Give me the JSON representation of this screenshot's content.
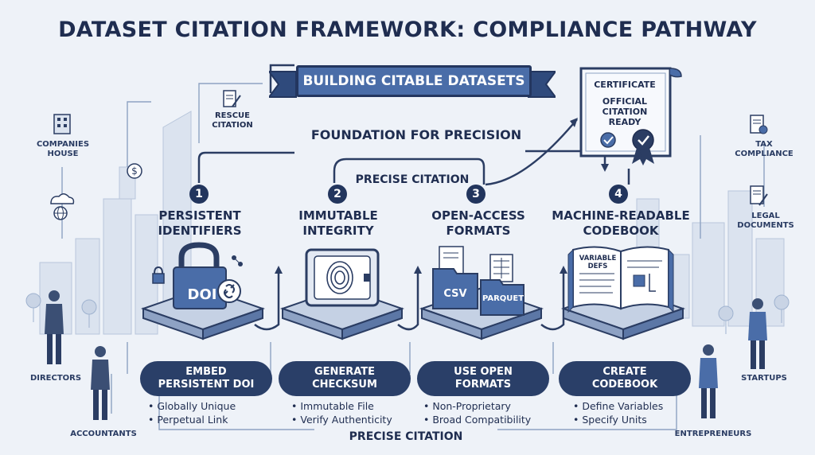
{
  "title": "DATASET CITATION FRAMEWORK: COMPLIANCE PATHWAY",
  "banner": "BUILDING CITABLE DATASETS",
  "foundation": "FOUNDATION FOR PRECISION",
  "precise_citation_top": "PRECISE CITATION",
  "precise_citation_bottom": "PRECISE CITATION",
  "rescue_citation": "RESCUE\nCITATION",
  "certificate": {
    "heading": "CERTIFICATE",
    "line1": "OFFICIAL",
    "line2": "CITATION",
    "line3": "READY"
  },
  "steps": [
    {
      "number": "1",
      "title_line1": "PERSISTENT",
      "title_line2": "IDENTIFIERS",
      "icon_label": "DOI",
      "action_line1": "EMBED",
      "action_line2": "PERSISTENT DOI",
      "bullets": [
        "Globally Unique",
        "Perpetual Link"
      ]
    },
    {
      "number": "2",
      "title_line1": "IMMUTABLE",
      "title_line2": "INTEGRITY",
      "icon_label": "",
      "action_line1": "GENERATE",
      "action_line2": "CHECKSUM",
      "bullets": [
        "Immutable File",
        "Verify Authenticity"
      ]
    },
    {
      "number": "3",
      "title_line1": "OPEN-ACCESS",
      "title_line2": "FORMATS",
      "icon_label": "CSV",
      "icon_label2": "PARQUET",
      "action_line1": "USE OPEN",
      "action_line2": "FORMATS",
      "bullets": [
        "Non-Proprietary",
        "Broad Compatibility"
      ]
    },
    {
      "number": "4",
      "title_line1": "MACHINE-READABLE",
      "title_line2": "CODEBOOK",
      "icon_label": "VARIABLE DEFS",
      "action_line1": "CREATE",
      "action_line2": "CODEBOOK",
      "bullets": [
        "Define Variables",
        "Specify Units"
      ]
    }
  ],
  "stakeholders": {
    "companies_house": "COMPANIES\nHOUSE",
    "directors": "DIRECTORS",
    "accountants": "ACCOUNTANTS",
    "tax_compliance": "TAX\nCOMPLIANCE",
    "legal_documents": "LEGAL\nDOCUMENTS",
    "startups": "STARTUPS",
    "entrepreneurs": "ENTREPRENEURS"
  },
  "colors": {
    "navy": "#22355d",
    "accent_blue": "#4a6da8",
    "background": "#eef2f8"
  }
}
